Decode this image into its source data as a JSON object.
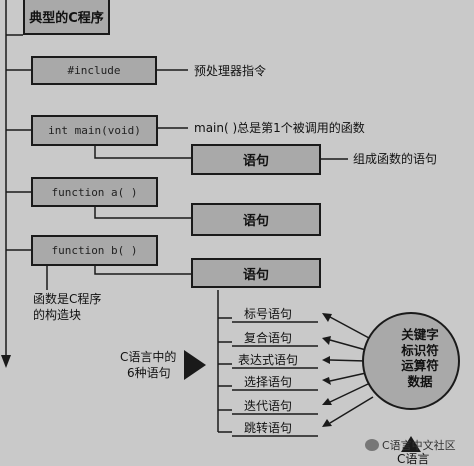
{
  "title": "典型的C程序",
  "boxes": {
    "include": "#include",
    "main": "int main(void)",
    "func_a": "function a( )",
    "func_b": "function b( )"
  },
  "statement_label": "语句",
  "annotations": {
    "preprocessor": "预处理器指令",
    "main_first": "main( )总是第1个被调用的函数",
    "compose": "组成函数的语句",
    "function_block_line1": "函数是C程序",
    "function_block_line2": "的构造块",
    "six_kinds_line1": "C语言中的",
    "six_kinds_line2": "6种语句",
    "c_language": "C语言"
  },
  "statement_types": [
    "标号语句",
    "复合语句",
    "表达式语句",
    "选择语句",
    "迭代语句",
    "跳转语句"
  ],
  "circle_items": [
    "关键字",
    "标识符",
    "运算符",
    "数据"
  ],
  "watermark": "C语言中文社区"
}
